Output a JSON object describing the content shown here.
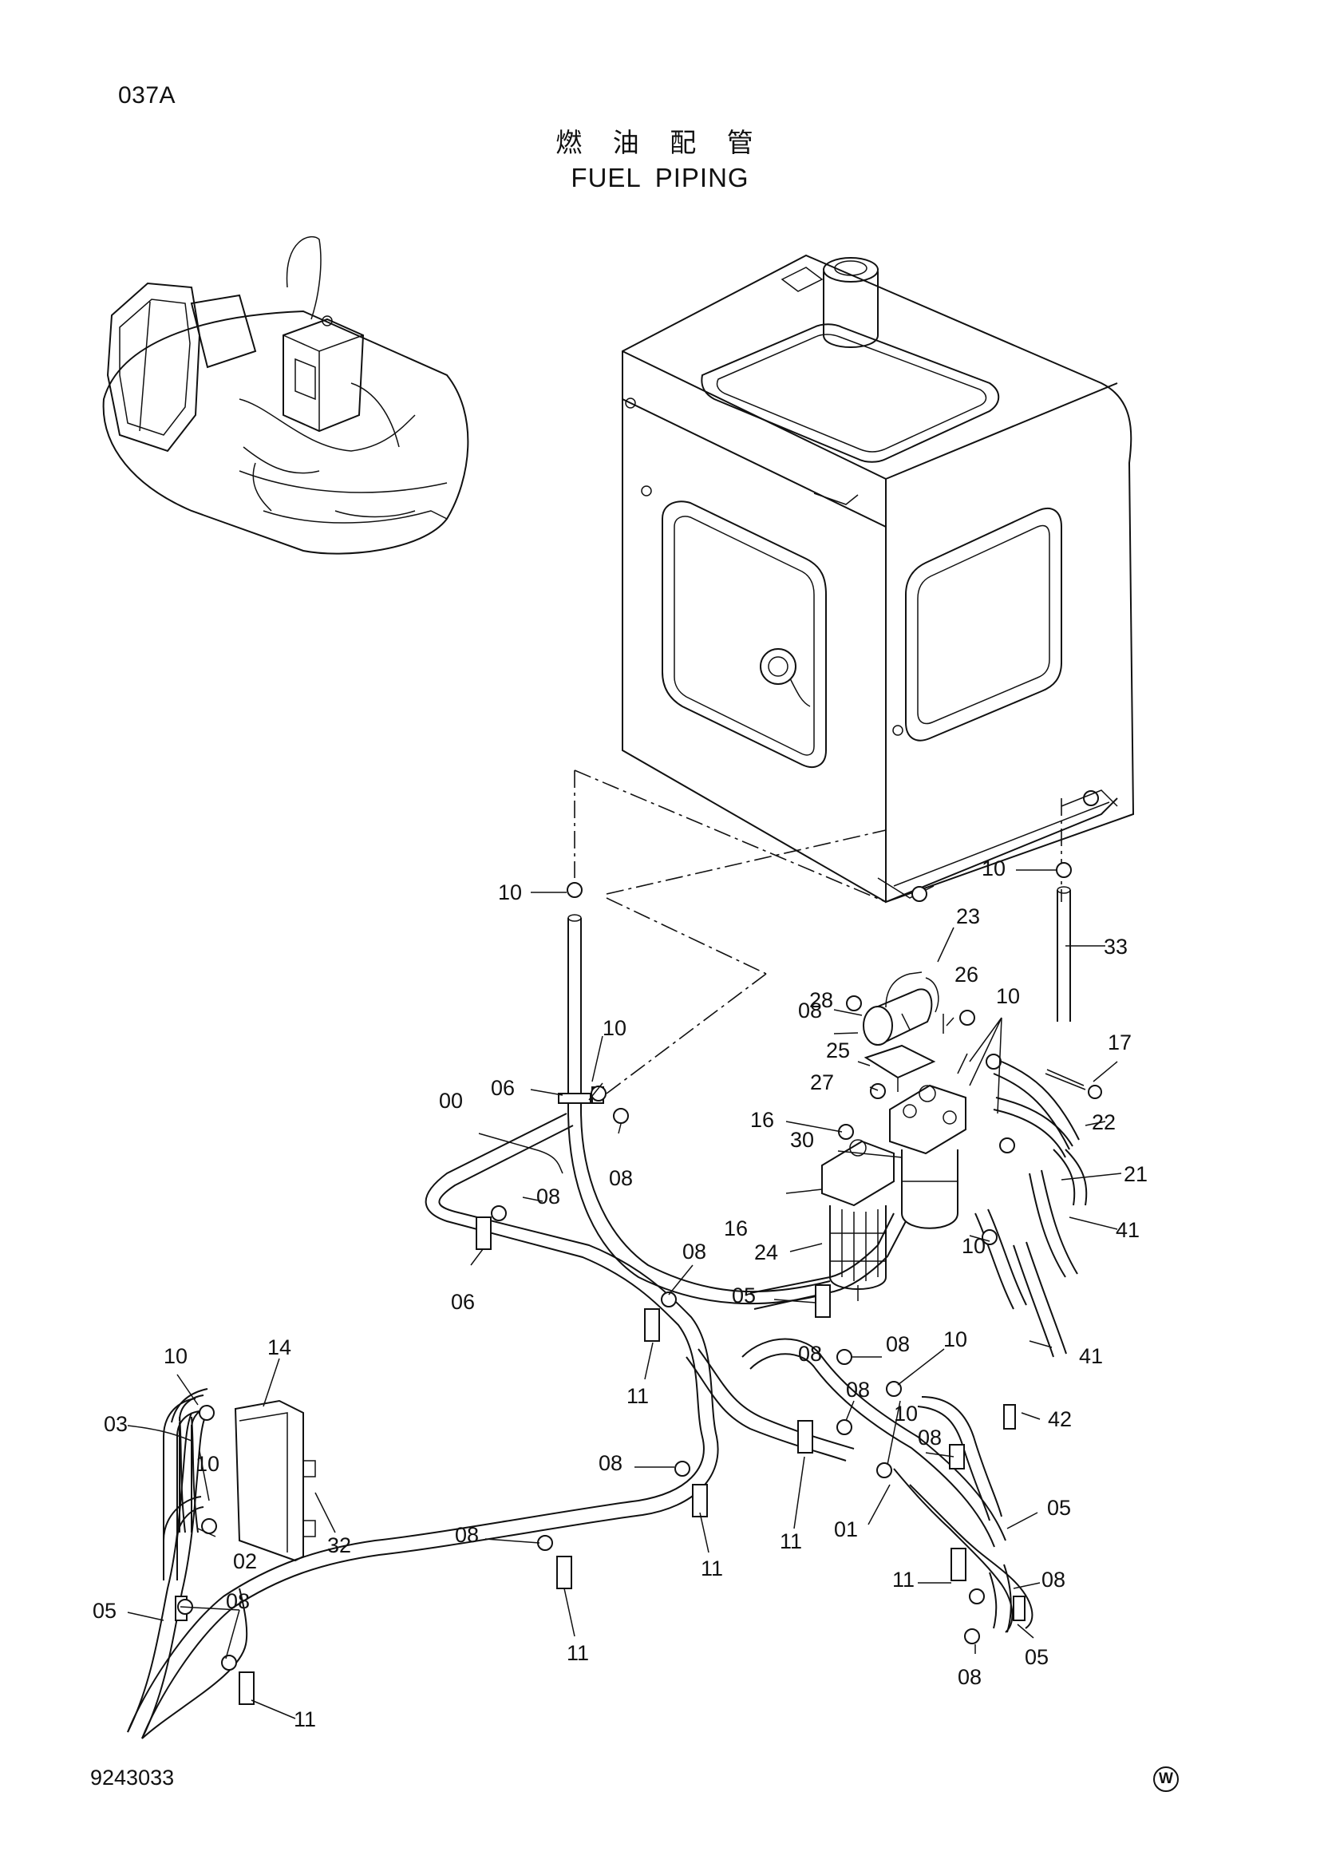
{
  "header": {
    "page_code": "037A",
    "title_cn": "燃 油 配 管",
    "title_en": "FUEL PIPING"
  },
  "footer": {
    "doc_number": "9243033",
    "mark": "W"
  },
  "part_labels": {
    "p00": "00",
    "p01": "01",
    "p02": "02",
    "p03": "03",
    "p05a": "05",
    "p05b": "05",
    "p05c": "05",
    "p05d": "05",
    "p06a": "06",
    "p06b": "06",
    "p08a": "08",
    "p08b": "08",
    "p08c": "08",
    "p08d": "08",
    "p08e": "08",
    "p08f": "08",
    "p08g": "08",
    "p08h": "08",
    "p08i": "08",
    "p08j": "08",
    "p08k": "08",
    "p08l": "08",
    "p08m": "08",
    "p10a": "10",
    "p10b": "10",
    "p10c": "10",
    "p10d": "10",
    "p10e": "10",
    "p10f": "10",
    "p10g": "10",
    "p10h": "10",
    "p10i": "10",
    "p11a": "11",
    "p11b": "11",
    "p11c": "11",
    "p11d": "11",
    "p11e": "11",
    "p11f": "11",
    "p14": "14",
    "p16a": "16",
    "p16b": "16",
    "p17": "17",
    "p21": "21",
    "p22": "22",
    "p23": "23",
    "p24": "24",
    "p25": "25",
    "p26": "26",
    "p27": "27",
    "p28": "28",
    "p30": "30",
    "p32": "32",
    "p33": "33",
    "p41a": "41",
    "p41b": "41",
    "p42": "42"
  }
}
